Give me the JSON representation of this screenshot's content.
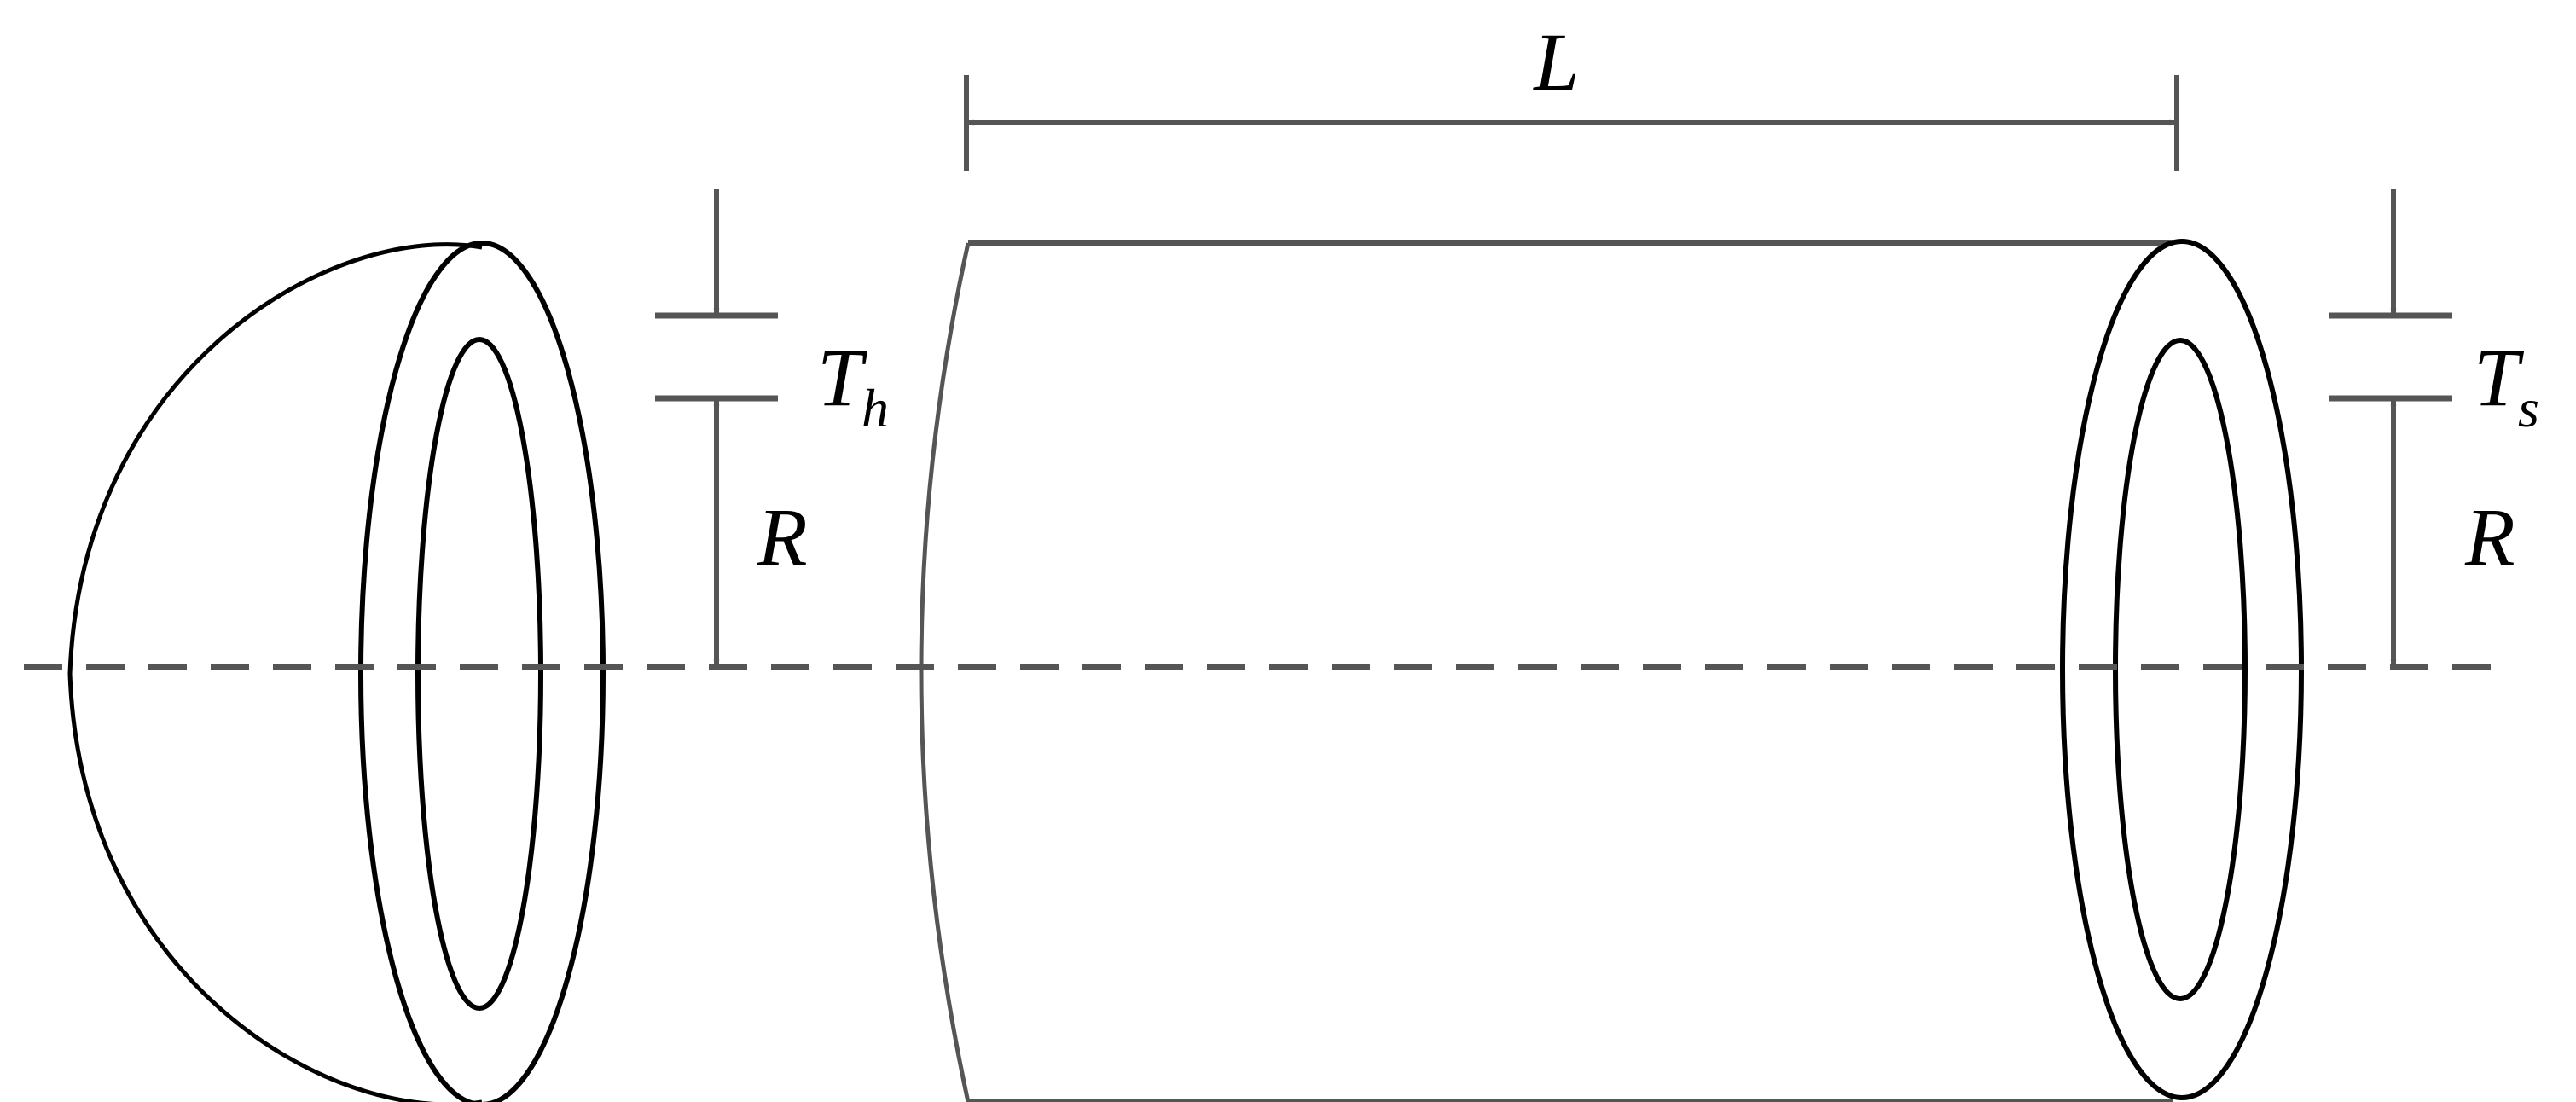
{
  "labels": {
    "length": "L",
    "head_thickness": "T",
    "head_thickness_sub": "h",
    "shell_thickness": "T",
    "shell_thickness_sub": "s",
    "head_radius": "R",
    "shell_radius": "R"
  },
  "colors": {
    "outline": "#000000",
    "dimension": "#555555",
    "cylinder_edge": "#555555"
  }
}
